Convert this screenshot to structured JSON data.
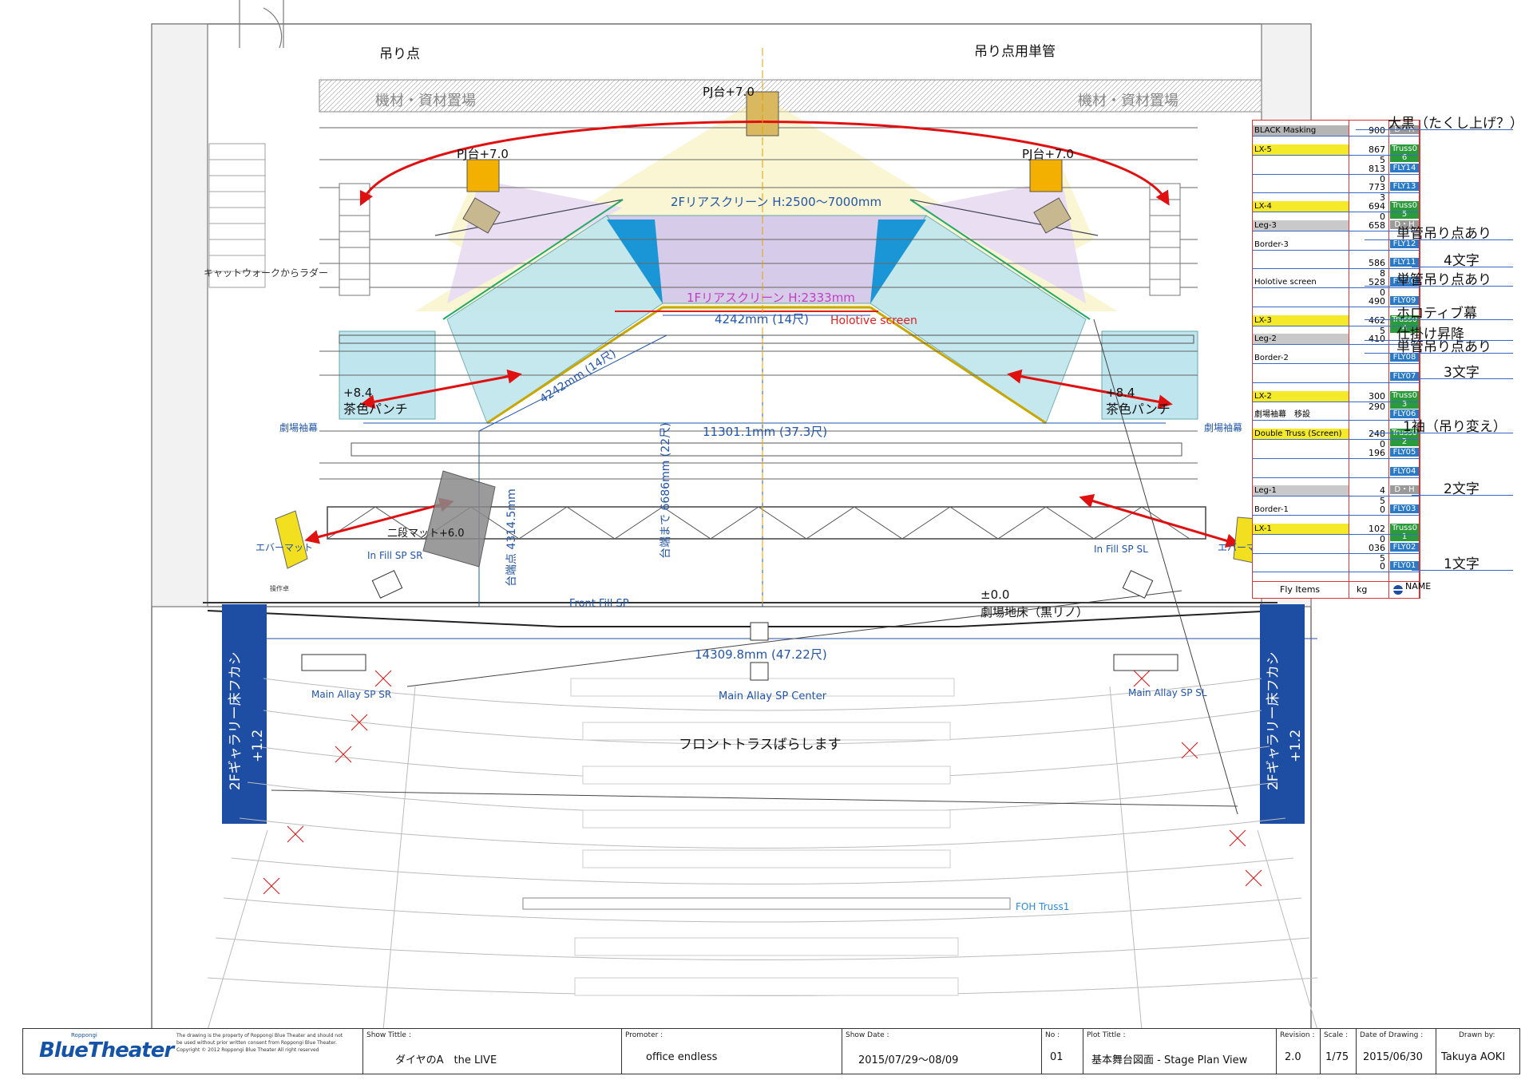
{
  "drawing": {
    "labels": {
      "hanging_point": "吊り点",
      "hanging_pipe": "吊り点用単管",
      "storage_left": "機材・資材置場",
      "storage_right": "機材・資材置場",
      "pj_top": "PJ台+7.0",
      "pj_left": "PJ台+7.0",
      "pj_right": "PJ台+7.0",
      "screen_2f": "2Fリアスクリーン H:2500〜7000mm",
      "screen_1f": "1Fリアスクリーン H:2333mm",
      "holotive": "Holotive screen",
      "dim_4242_top": "4242mm (14尺)",
      "dim_4242_diag": "4242mm (14尺)",
      "dim_11301": "11301.1mm (37.3尺)",
      "dim_14309": "14309.8mm (47.22尺)",
      "dim_6686": "台端まで 6686mm (22尺)",
      "dim_4314": "台端点 4314.5mm",
      "catwalk": "キャットウォークからラダー",
      "level_left": "+8.4",
      "level_right": "+8.4",
      "punch_left": "茶色パンチ",
      "punch_right": "茶色パンチ",
      "curtain_left": "劇場袖幕",
      "curtain_right": "劇場袖幕",
      "evermat_left": "エバーマット",
      "evermat_right": "エバーマット",
      "dandan_mat": "二段マット+6.0",
      "infill_sr": "In Fill SP SR",
      "infill_sl": "In Fill SP SL",
      "front_fill": "Front Fill SP",
      "zero_level": "±0.0",
      "floor": "劇場地床（黒リノ）",
      "main_sr": "Main Allay SP SR",
      "main_center": "Main Allay SP Center",
      "main_sl": "Main Allay SP SL",
      "front_truss": "フロントトラスばらします",
      "gallery_left_1": "2Fギャラリー床フカシ",
      "gallery_left_2": "+1.2",
      "gallery_right_1": "2Fギャラリー床フカシ",
      "gallery_right_2": "+1.2",
      "foh_truss": "FOH Truss1",
      "console": "操作卓"
    }
  },
  "fly_items": {
    "header": {
      "items": "Fly Items",
      "kg": "kg",
      "name": "NAME"
    },
    "rows": [
      {
        "name": "BLACK Masking",
        "name_color": "#b5b5b5",
        "kg": "900",
        "tag": "D・H",
        "tag_color": "#9a9a9a"
      },
      {
        "name": "LX-5",
        "name_color": "#f4ea2a",
        "kg": "867\n5",
        "tag": "Truss0\n6",
        "tag_color": "#2a9a3a"
      },
      {
        "name": "",
        "name_color": "",
        "kg": "813\n0",
        "tag": "FLY14",
        "tag_color": "#2a7ac8"
      },
      {
        "name": "",
        "name_color": "",
        "kg": "773\n3",
        "tag": "FLY13",
        "tag_color": "#2a7ac8"
      },
      {
        "name": "LX-4",
        "name_color": "#f4ea2a",
        "kg": "694\n0",
        "tag": "Truss0\n5",
        "tag_color": "#2a9a3a"
      },
      {
        "name": "Leg-3",
        "name_color": "#c9c9c9",
        "kg": "658",
        "tag": "D・H",
        "tag_color": "#9a9a9a"
      },
      {
        "name": "Border-3",
        "name_color": "",
        "kg": "",
        "tag": "FLY12",
        "tag_color": "#2a7ac8"
      },
      {
        "name": "",
        "name_color": "",
        "kg": "586\n8",
        "tag": "FLY11",
        "tag_color": "#2a7ac8"
      },
      {
        "name": "Holotive screen",
        "name_color": "",
        "kg": "528\n0",
        "tag": "FLY10",
        "tag_color": "#2a7ac8"
      },
      {
        "name": "",
        "name_color": "",
        "kg": "490",
        "tag": "FLY09",
        "tag_color": "#2a7ac8"
      },
      {
        "name": "LX-3",
        "name_color": "#f4ea2a",
        "kg": "462\n5",
        "tag": "Truss0\n4",
        "tag_color": "#2a9a3a"
      },
      {
        "name": "Leg-2",
        "name_color": "#c9c9c9",
        "kg": "410",
        "tag": "",
        "tag_color": ""
      },
      {
        "name": "Border-2",
        "name_color": "",
        "kg": "",
        "tag": "FLY08",
        "tag_color": "#2a7ac8"
      },
      {
        "name": "",
        "name_color": "",
        "kg": "",
        "tag": "FLY07",
        "tag_color": "#2a7ac8"
      },
      {
        "name": "LX-2",
        "name_color": "#f4ea2a",
        "kg": "300\n290",
        "tag": "Truss0\n3",
        "tag_color": "#2a9a3a"
      },
      {
        "name": "劇場袖幕　移設",
        "name_color": "",
        "kg": "",
        "tag": "FLY06",
        "tag_color": "#2a7ac8"
      },
      {
        "name": "Double Truss (Screen)",
        "name_color": "#f4ea2a",
        "kg": "248\n0",
        "tag": "Truss0\n2",
        "tag_color": "#2a9a3a"
      },
      {
        "name": "",
        "name_color": "",
        "kg": "196",
        "tag": "FLY05",
        "tag_color": "#2a7ac8"
      },
      {
        "name": "",
        "name_color": "",
        "kg": "",
        "tag": "FLY04",
        "tag_color": "#2a7ac8"
      },
      {
        "name": "Leg-1",
        "name_color": "#c9c9c9",
        "kg": "4\n5",
        "tag": "D・H",
        "tag_color": "#9a9a9a"
      },
      {
        "name": "Border-1",
        "name_color": "",
        "kg": "0",
        "tag": "FLY03",
        "tag_color": "#2a7ac8"
      },
      {
        "name": "LX-1",
        "name_color": "#f4ea2a",
        "kg": "102\n0",
        "tag": "Truss0\n1",
        "tag_color": "#2a9a3a"
      },
      {
        "name": "",
        "name_color": "",
        "kg": "036\n5",
        "tag": "FLY02",
        "tag_color": "#2a7ac8"
      },
      {
        "name": "",
        "name_color": "",
        "kg": "0",
        "tag": "FLY01",
        "tag_color": "#2a7ac8"
      }
    ],
    "notes": [
      {
        "text": "大黒（たくし上げ？）"
      },
      {
        "text": "単管吊り点あり"
      },
      {
        "text": "4文字"
      },
      {
        "text": "単管吊り点あり"
      },
      {
        "text": "ホロティブ幕"
      },
      {
        "text": "仕掛け昇降"
      },
      {
        "text": "単管吊り点あり"
      },
      {
        "text": "3文字"
      },
      {
        "text": "1袖（吊り変え）"
      },
      {
        "text": "2文字"
      },
      {
        "text": "1文字"
      }
    ]
  },
  "title_block": {
    "logo": "BlueTheater",
    "logo_sub": "Roppongi",
    "legal": "The drawing is the property of Roppongi Blue Theater and should not be used without prior written consent from Roppongi Blue Theater. Copyright © 2012 Roppongi Blue Theater All right reserved",
    "show_title_label": "Show Tittle :",
    "show_title": "ダイヤのA　the LIVE",
    "promoter_label": "Promoter :",
    "promoter": "office endless",
    "show_date_label": "Show Date :",
    "show_date": "2015/07/29〜08/09",
    "no_label": "No :",
    "no": "01",
    "plot_title_label": "Plot Tittle :",
    "plot_title": "基本舞台図面 - Stage Plan View",
    "revision_label": "Revision :",
    "revision": "2.0",
    "scale_label": "Scale :",
    "scale": "1/75",
    "date_label": "Date of Drawing :",
    "date": "2015/06/30",
    "drawn_label": "Drawn by:",
    "drawn": "Takuya AOKI"
  }
}
